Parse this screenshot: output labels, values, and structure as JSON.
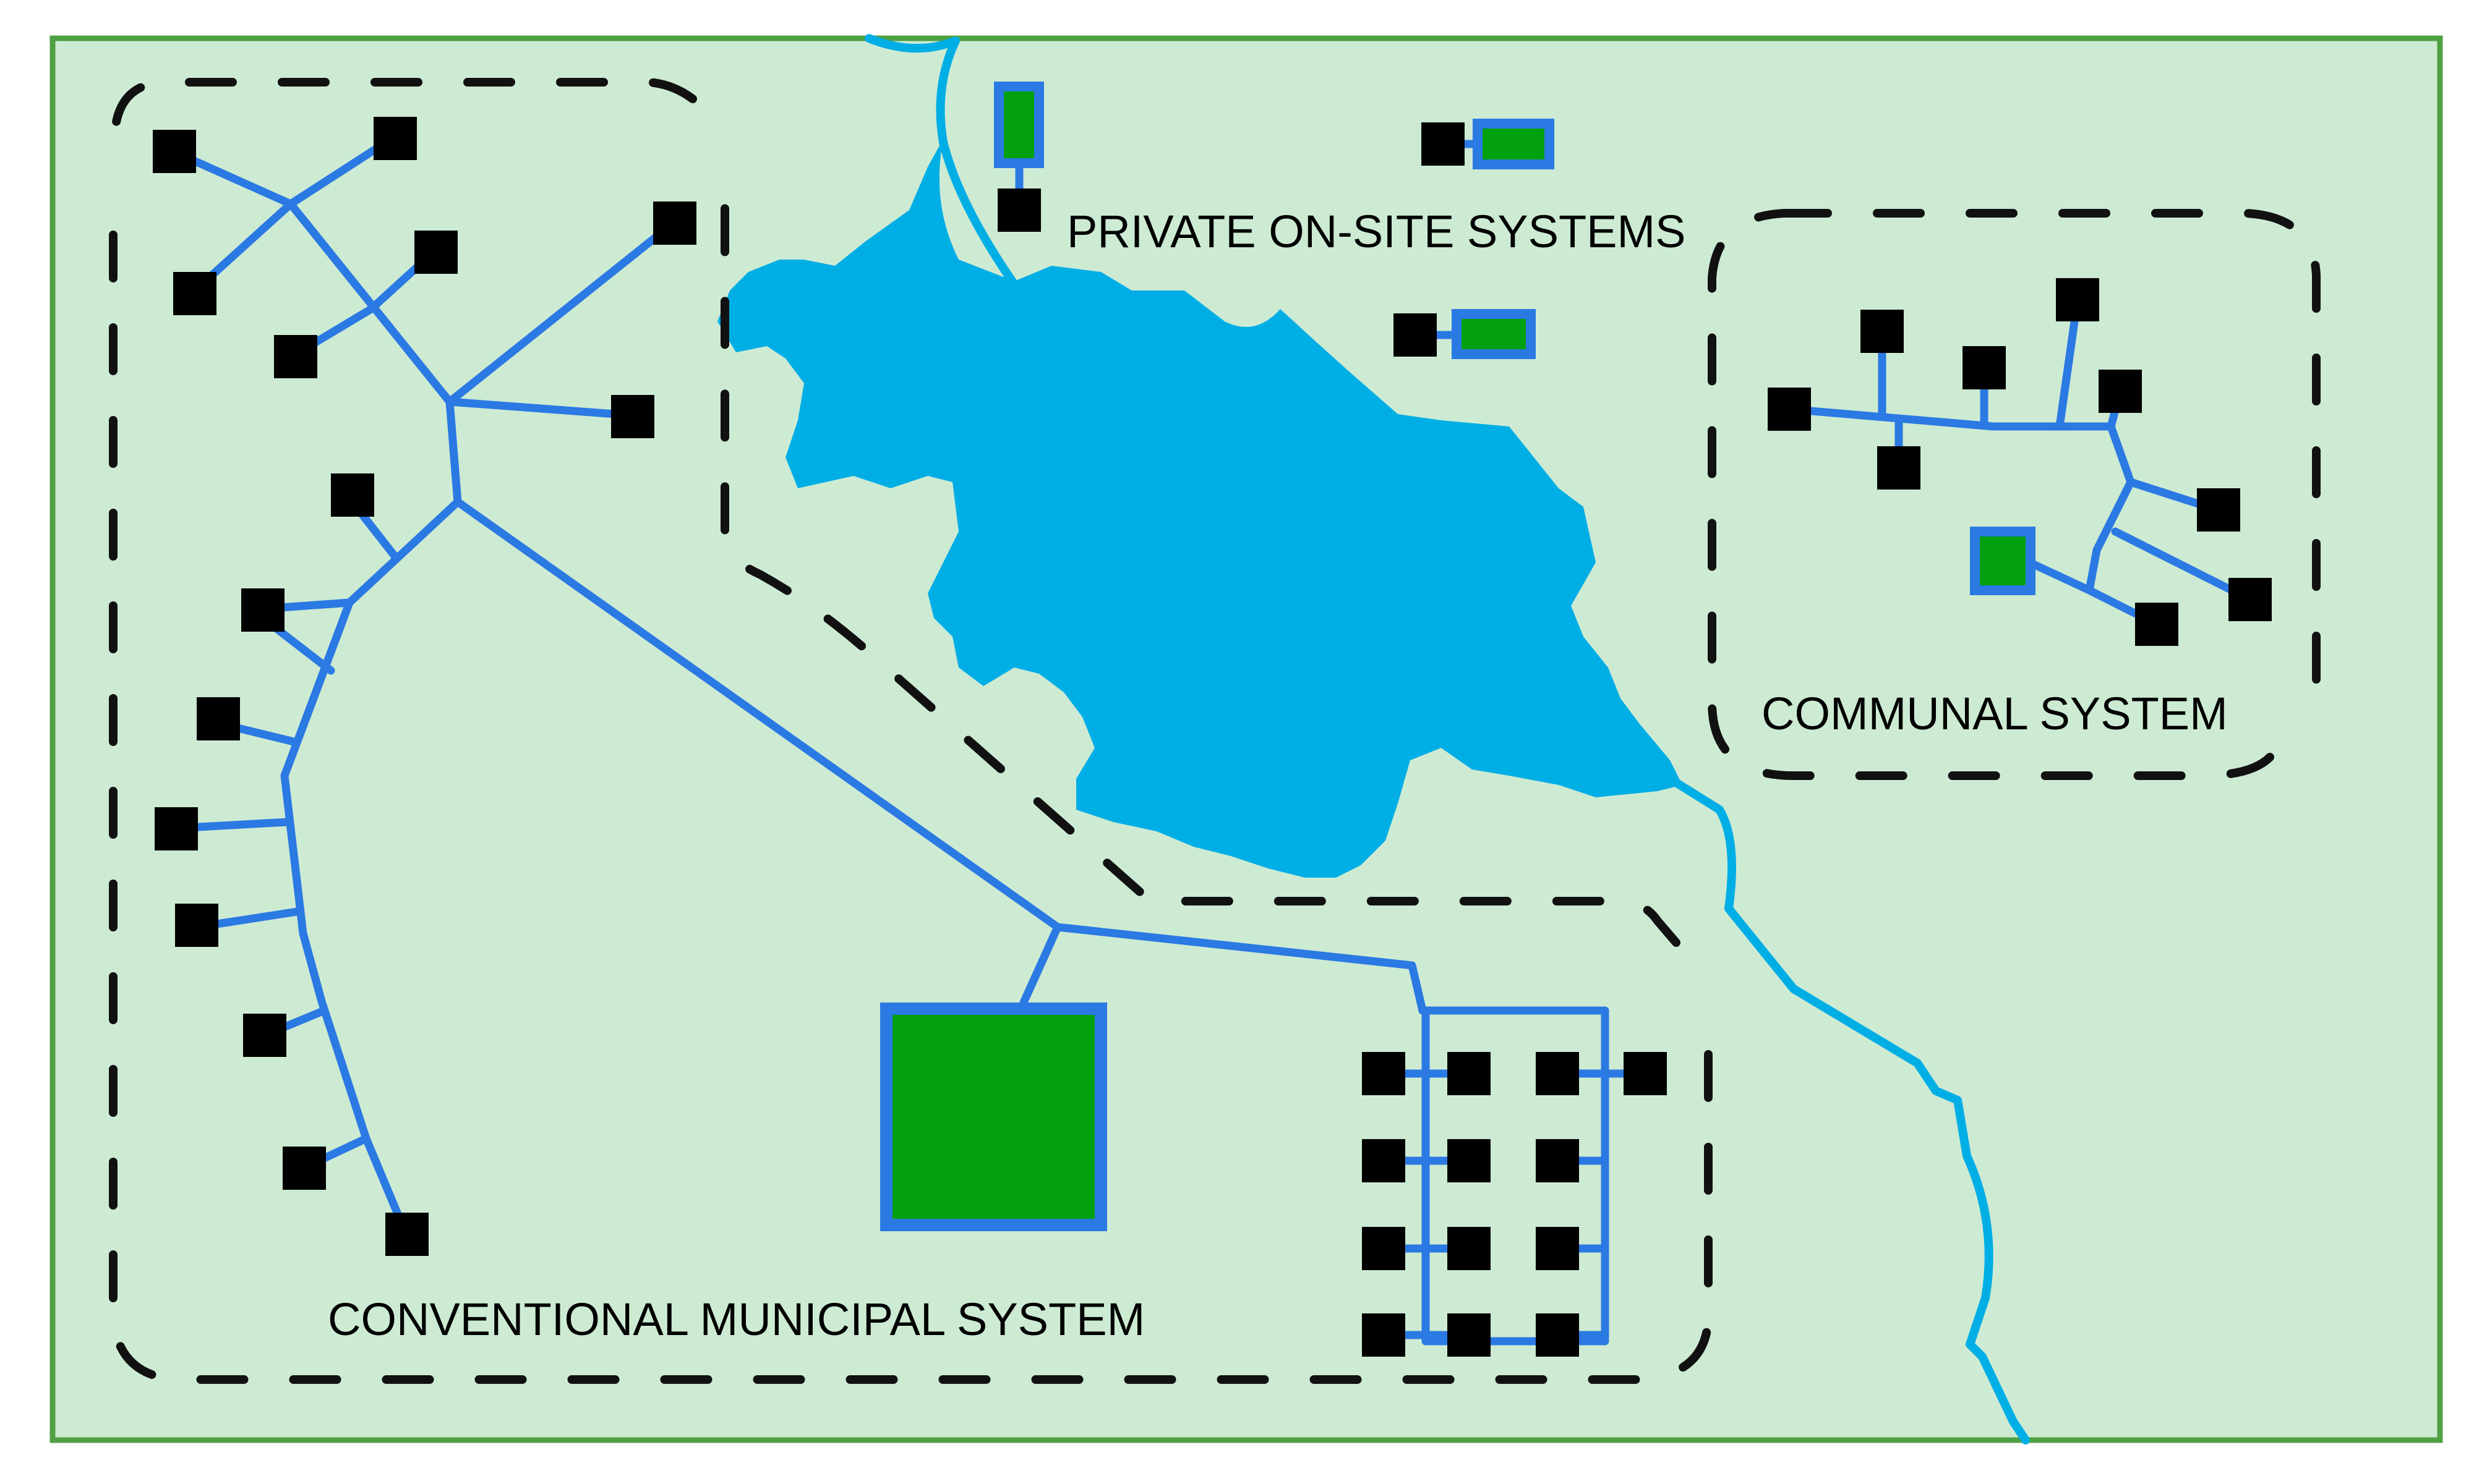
{
  "labels": {
    "private": "PRIVATE ON-SITE SYSTEMS",
    "communal": "COMMUNAL SYSTEM",
    "municipal": "CONVENTIONAL MUNICIPAL SYSTEM"
  },
  "colors": {
    "background": "#cdebd3",
    "border": "#4fa043",
    "water": "#00aee6",
    "pipe": "#2b79e3",
    "treatment": "#03a10e",
    "house": "#000000",
    "boundary": "#111111"
  }
}
